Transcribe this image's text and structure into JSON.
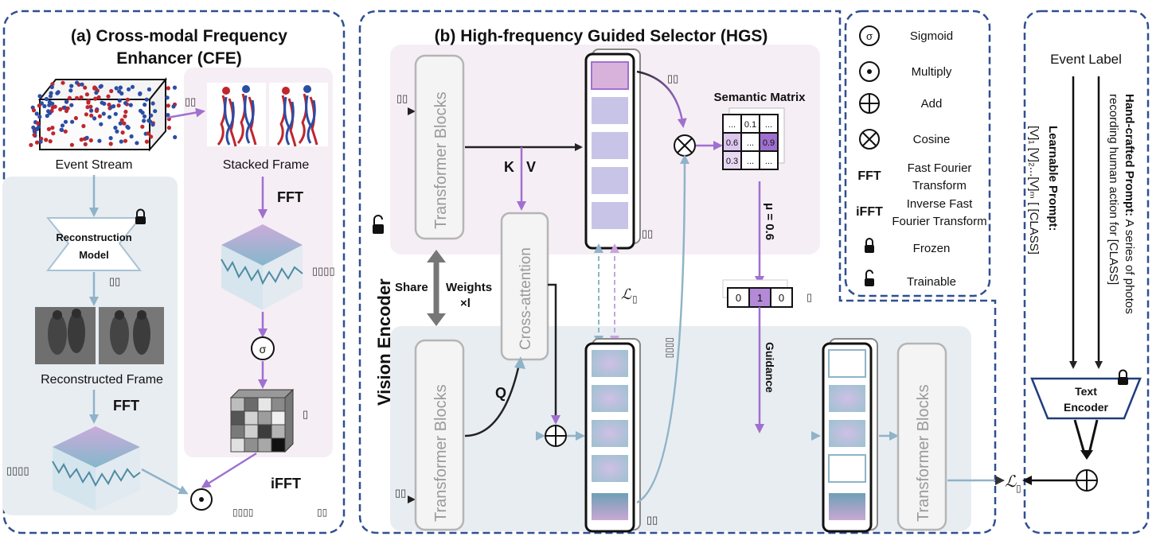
{
  "cfe": {
    "title_line1": "(a) Cross-modal Frequency",
    "title_line2": "Enhancer (CFE)",
    "event_stream": "Event Stream",
    "stacked_frame": "Stacked Frame",
    "reconstruction_model_line1": "Reconstruction",
    "reconstruction_model_line2": "Model",
    "reconstructed_frame": "Reconstructed Frame",
    "fft": "FFT",
    "ifft": "iFFT"
  },
  "hgs": {
    "title": "(b) High-frequency Guided Selector (HGS)",
    "transformer_blocks": "Transformer Blocks",
    "cross_attention": "Cross-attention",
    "k": "K",
    "v": "V",
    "q": "Q",
    "share_weights": "Share",
    "weights": "Weights",
    "times_l": "×l",
    "semantic_matrix": "Semantic Matrix",
    "matrix_cells": [
      "...",
      "0.1",
      "...",
      "0.6",
      "...",
      "0.9",
      "0.3",
      "...",
      "..."
    ],
    "mu": "μ = 0.6",
    "mask_cells": [
      "0",
      "1",
      "0"
    ],
    "guidance": "Guidance",
    "vision_encoder": "Vision Encoder"
  },
  "legend": {
    "items": [
      {
        "icon": "sigmoid-icon",
        "label": "Sigmoid"
      },
      {
        "icon": "multiply-icon",
        "label": "Multiply"
      },
      {
        "icon": "add-icon",
        "label": "Add"
      },
      {
        "icon": "cosine-icon",
        "label": "Cosine"
      },
      {
        "icon": "fft-text",
        "glyph": "FFT",
        "label": "Fast Fourier",
        "label2": "Transform"
      },
      {
        "icon": "ifft-text",
        "glyph": "iFFT",
        "label": "Inverse Fast",
        "label2": "Fourier Transform"
      },
      {
        "icon": "lock-icon",
        "label": "Frozen"
      },
      {
        "icon": "unlock-icon",
        "label": "Trainable"
      }
    ]
  },
  "text_side": {
    "event_label": "Event Label",
    "handcrafted_bold": "Hand-crafted Prompt:",
    "handcrafted_line1": " A series of photos",
    "handcrafted_line2": "recording human action for [CLASS]",
    "learnable_bold": "Learnable Prompt:",
    "learnable_line": "[V]₁ [V]₂...[V]ₘ   [ [CLASS]",
    "text_encoder_line1": "Text",
    "text_encoder_line2": "Encoder"
  },
  "colors": {
    "dashed_border": "#2f4f8f",
    "pink_panel": "#f6eef5",
    "blue_panel": "#e8edf2",
    "purple": "#a070d0",
    "steel": "#8fb3c8",
    "token_purple": "#c8c4e8",
    "token_pink": "#d9b2dc"
  }
}
